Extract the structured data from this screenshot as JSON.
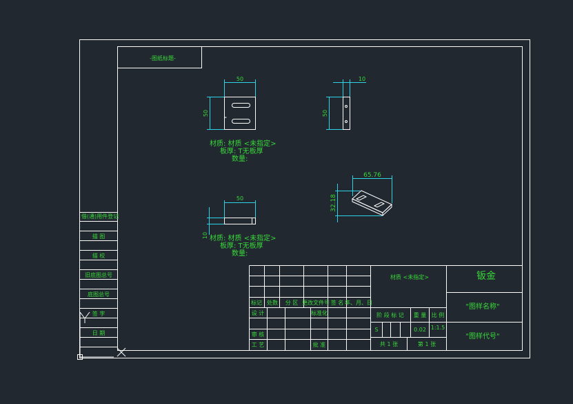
{
  "colors": {
    "background": "#212830",
    "frame": "#ffffff",
    "text_green": "#39d839",
    "dimension_cyan": "#2fd3e8",
    "part_outline": "#ffffff"
  },
  "stamp_box": {
    "label": "-图纸标题-"
  },
  "views": {
    "front": {
      "dim_width": "50",
      "dim_height": "50"
    },
    "side": {
      "dim_width": "10",
      "dim_height": "50"
    },
    "top": {
      "dim_width": "50",
      "dim_height": "10"
    },
    "iso": {
      "dim_width": "65.76",
      "dim_height": "32.18"
    }
  },
  "notes": {
    "block1": [
      "材质: 材质 <未指定>",
      "板厚: T无板厚",
      "数量:"
    ],
    "block2": [
      "材质: 材质 <未指定>",
      "板厚: T无板厚",
      "数量:"
    ]
  },
  "left_strip": [
    "借(通)用件登记",
    "描  图",
    "描  校",
    "旧底图总号",
    "底图总号",
    "签  字",
    "日  期"
  ],
  "title_block": {
    "material": "材质 <未指定>",
    "name": "钣金",
    "drawing_name": "\"图样名称\"",
    "drawing_code": "\"图样代号\"",
    "header_row": [
      "标记",
      "处数",
      "分 区",
      "更改文件号",
      "签 名",
      "年、月、日"
    ],
    "design": "设 计",
    "standard": "标准化",
    "review": "审 核",
    "process": "工 艺",
    "approve": "批 准",
    "stage_mark": "阶 段 标 记",
    "weight": "重 量",
    "scale": "比 例",
    "stage_s": "S",
    "weight_value": "0.02",
    "scale_value": "1:1.5",
    "sheets_total": "共 1 张",
    "sheet_no": "第 1 张"
  }
}
